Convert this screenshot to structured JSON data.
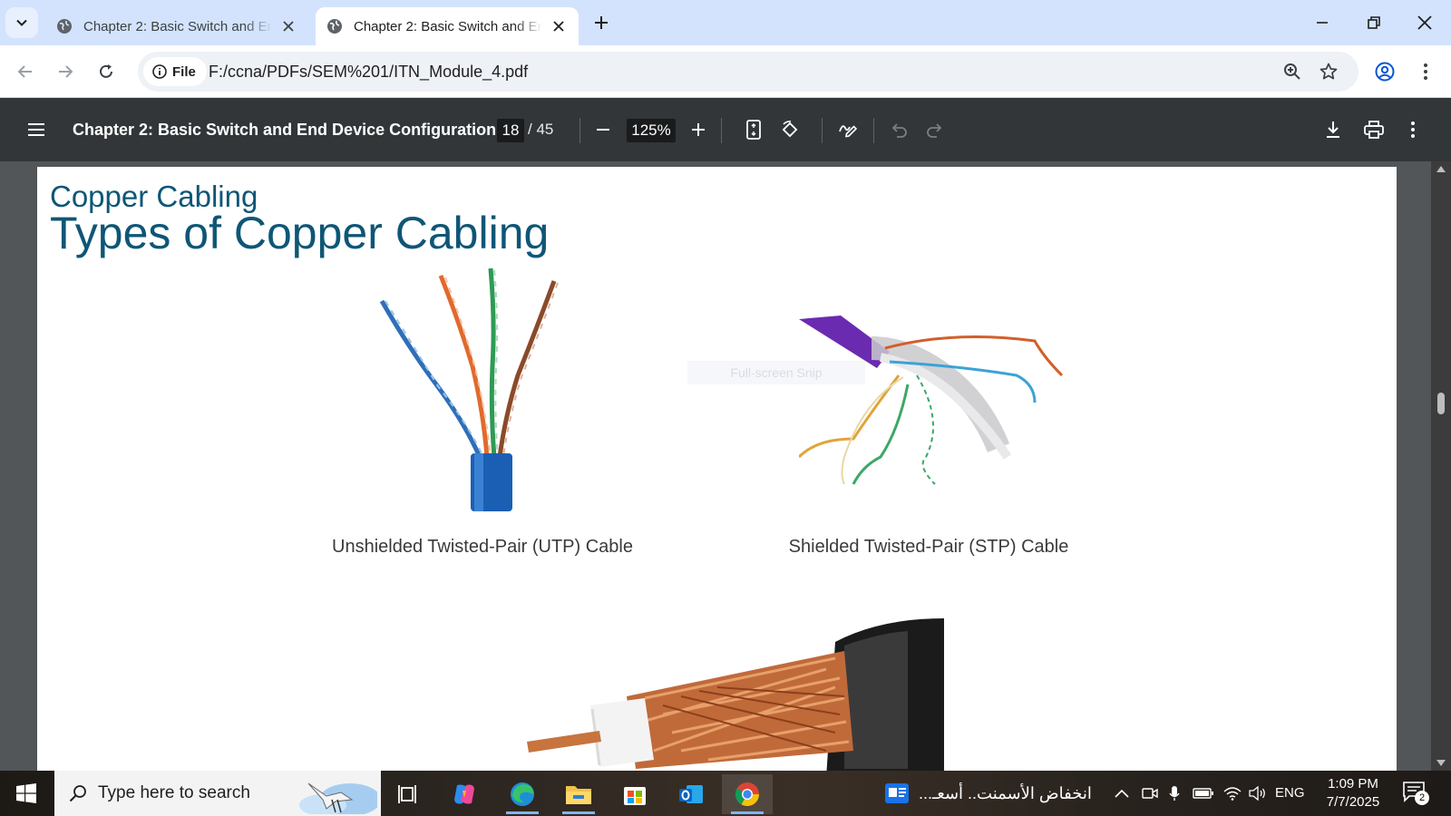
{
  "browser": {
    "tabs": [
      {
        "title": "Chapter 2: Basic Switch and End Device Configuration",
        "active": false
      },
      {
        "title": "Chapter 2: Basic Switch and End Device Configuration",
        "active": true
      }
    ],
    "security_chip": "File",
    "url": "F:/ccna/PDFs/SEM%201/ITN_Module_4.pdf"
  },
  "pdf_toolbar": {
    "title": "Chapter 2: Basic Switch and End Device Configuration",
    "current_page": "18",
    "total_pages": "/ 45",
    "zoom": "125%"
  },
  "page": {
    "subtitle": "Copper Cabling",
    "title": "Types of Copper Cabling",
    "captions": {
      "utp": "Unshielded Twisted-Pair (UTP) Cable",
      "stp": "Shielded Twisted-Pair (STP) Cable"
    },
    "overlay_hint": "Full-screen Snip"
  },
  "taskbar": {
    "search_placeholder": "Type here to search",
    "news_headline": "انخفاض الأسمنت.. أسعـ...",
    "language": "ENG",
    "time": "1:09 PM",
    "date": "7/7/2025",
    "notification_count": "2"
  },
  "colors": {
    "tabstrip": "#d3e3fd",
    "pdf_toolbar": "#323639",
    "slide_title": "#0e5676"
  }
}
